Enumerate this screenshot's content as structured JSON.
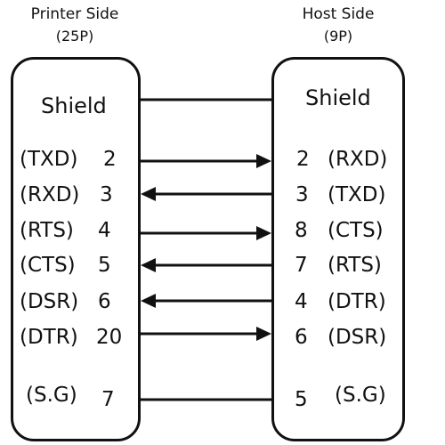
{
  "printer": {
    "title": "Printer Side",
    "subtitle": "(25P)",
    "shield": "Shield",
    "pins": [
      {
        "signal": "(TXD)",
        "number": "2"
      },
      {
        "signal": "(RXD)",
        "number": "3"
      },
      {
        "signal": "(RTS)",
        "number": "4"
      },
      {
        "signal": "(CTS)",
        "number": "5"
      },
      {
        "signal": "(DSR)",
        "number": "6"
      },
      {
        "signal": "(DTR)",
        "number": "20"
      },
      {
        "signal": "(S.G)",
        "number": "7"
      }
    ]
  },
  "host": {
    "title": "Host Side",
    "subtitle": "(9P)",
    "shield": "Shield",
    "pins": [
      {
        "signal": "(RXD)",
        "number": "2"
      },
      {
        "signal": "(TXD)",
        "number": "3"
      },
      {
        "signal": "(CTS)",
        "number": "8"
      },
      {
        "signal": "(RTS)",
        "number": "7"
      },
      {
        "signal": "(DTR)",
        "number": "4"
      },
      {
        "signal": "(DSR)",
        "number": "6"
      },
      {
        "signal": "(S.G)",
        "number": "5"
      }
    ]
  },
  "connections": [
    {
      "from": "Shield",
      "to": "Shield",
      "direction": "none"
    },
    {
      "from": "2",
      "to": "2",
      "direction": "to-host"
    },
    {
      "from": "3",
      "to": "3",
      "direction": "to-printer"
    },
    {
      "from": "4",
      "to": "8",
      "direction": "to-host"
    },
    {
      "from": "5",
      "to": "7",
      "direction": "to-printer"
    },
    {
      "from": "6",
      "to": "4",
      "direction": "to-printer"
    },
    {
      "from": "20",
      "to": "6",
      "direction": "to-host"
    },
    {
      "from": "7",
      "to": "5",
      "direction": "none"
    }
  ],
  "colors": {
    "line": "#111111",
    "background": "#ffffff"
  }
}
